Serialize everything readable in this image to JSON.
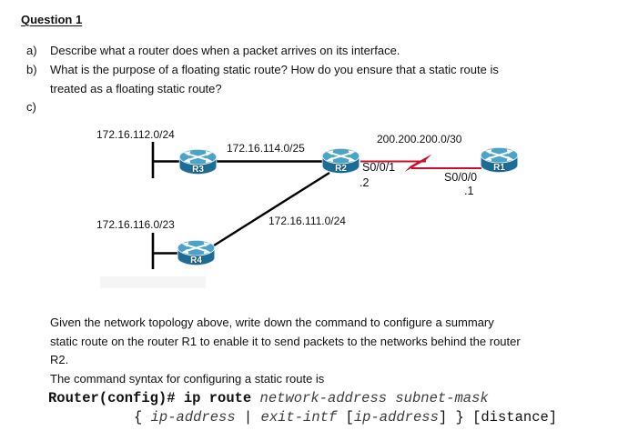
{
  "page": {
    "title": "Question 1"
  },
  "questions": {
    "a": {
      "label": "a)",
      "text": "Describe what a router does when a packet arrives on its interface."
    },
    "b": {
      "label": "b)",
      "line1": "What is the purpose of a floating static route? How do you ensure that a static route is",
      "line2": "treated as a floating static route?"
    },
    "c": {
      "label": "c)"
    }
  },
  "diagram": {
    "networks": {
      "lan_r3": "172.16.112.0/24",
      "link_r3_r2": "172.16.114.0/25",
      "serial_link": "200.200.200.0/30",
      "link_r2_r4": "172.16.111.0/24",
      "lan_r4": "172.16.116.0/23"
    },
    "interfaces": {
      "r2_port": "S0/0/1",
      "r2_host": ".2",
      "r1_port": "S0/0/0",
      "r1_host": ".1"
    },
    "routers": [
      {
        "label": "R3"
      },
      {
        "label": "R2"
      },
      {
        "label": "R1"
      },
      {
        "label": "R4"
      }
    ],
    "colors": {
      "router_top": "#4ba3c7",
      "router_body": "#1e6b94",
      "serial_red": "#c8102e",
      "line_black": "#000000"
    }
  },
  "task": {
    "line1": "Given the network topology above, write down the command to configure a summary",
    "line2": "static route on the router R1 to enable it to send packets to the networks behind the router",
    "line3": "R2.",
    "syntax_intro": "The command syntax for configuring a static route is",
    "cmd_bold": "Router(config)# ip route ",
    "cmd_italic": "network-address subnet-mask",
    "cmd2_p1": "{ ",
    "cmd2_i1": "ip-address",
    "cmd2_p2": " | ",
    "cmd2_i2": "exit-intf",
    "cmd2_p3": " [",
    "cmd2_i3": "ip-address",
    "cmd2_p4": "] } [distance]"
  }
}
